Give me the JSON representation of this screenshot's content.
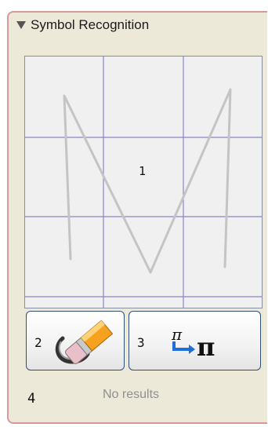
{
  "panel": {
    "title": "Symbol Recognition",
    "collapse_icon": "triangle-down-icon"
  },
  "drawing_area": {
    "label": "1"
  },
  "toolbar": {
    "erase_button": {
      "label": "2",
      "icon": "eraser-icon"
    },
    "convert_button": {
      "label": "3",
      "icon": "symbol-to-pi-icon"
    }
  },
  "results": {
    "label": "4",
    "text": "No results"
  },
  "colors": {
    "panel_bg": "#ece9d8",
    "panel_border": "#d79a9a",
    "grid_line": "#8b84c8",
    "stroke": "#c4c4c4",
    "button_border": "#2f4f7d",
    "pi_blue": "#1e6fd9"
  }
}
